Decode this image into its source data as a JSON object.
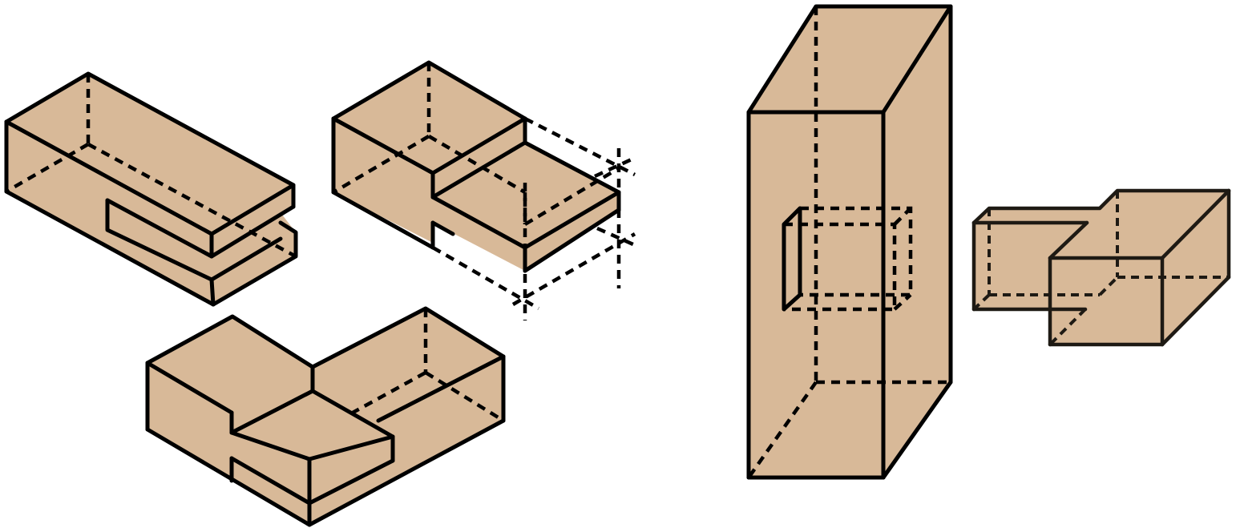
{
  "colors": {
    "wood": "#d8b998",
    "edge": "#000000",
    "edge_dark": "#1e1a14",
    "background": "#ffffff"
  },
  "figures": [
    {
      "id": "piece-a",
      "description_kind": "slotted-block"
    },
    {
      "id": "piece-b",
      "description_kind": "tenon-block"
    },
    {
      "id": "piece-c",
      "description_kind": "assembled-joint"
    },
    {
      "id": "piece-d",
      "description_kind": "mortise-post"
    },
    {
      "id": "piece-e",
      "description_kind": "stepped-tenon"
    }
  ]
}
